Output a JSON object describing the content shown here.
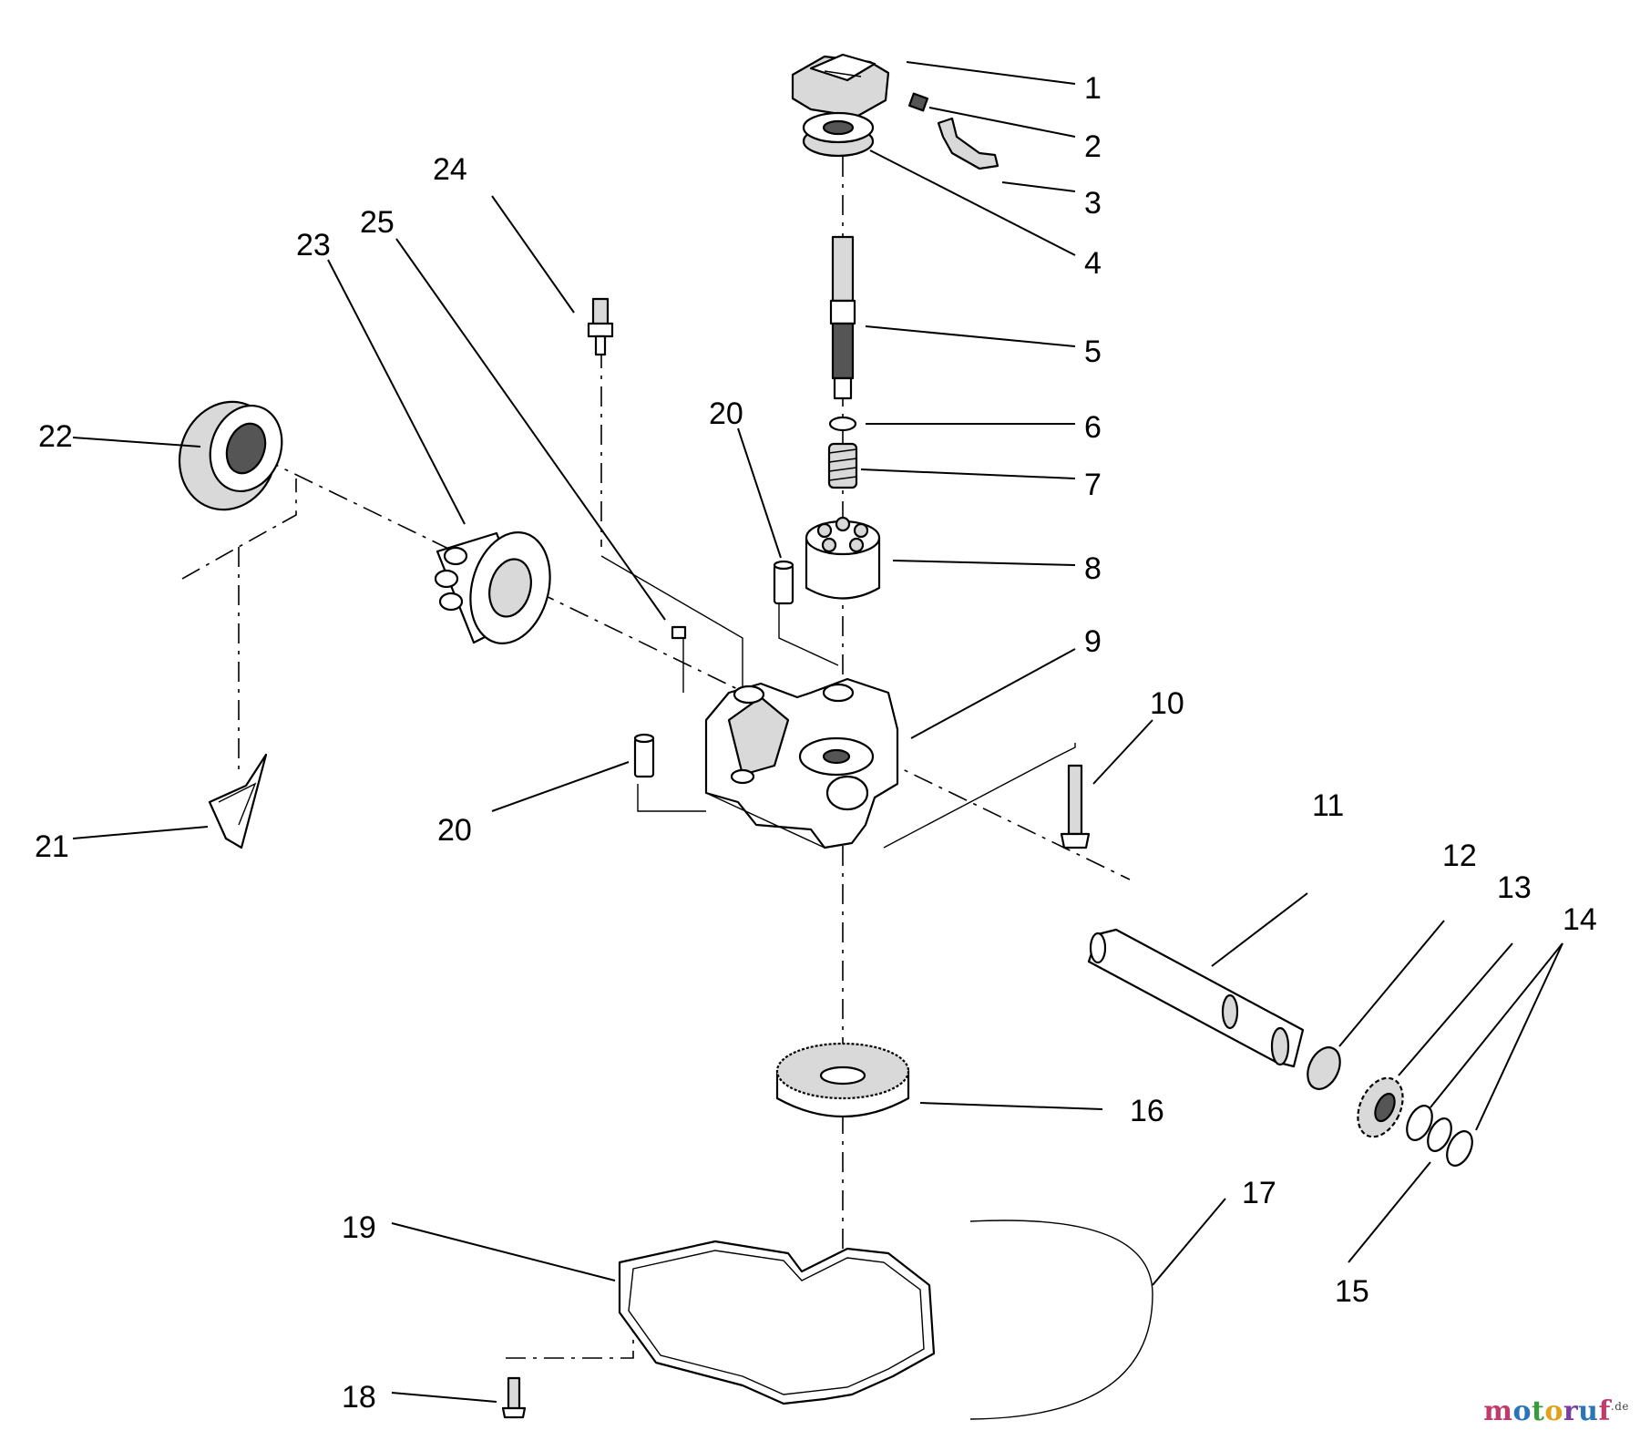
{
  "labels": {
    "n1": "1",
    "n2": "2",
    "n3": "3",
    "n4": "4",
    "n5": "5",
    "n6": "6",
    "n7": "7",
    "n8": "8",
    "n9": "9",
    "n10": "10",
    "n11": "11",
    "n12": "12",
    "n13": "13",
    "n14": "14",
    "n15": "15",
    "n16": "16",
    "n17": "17",
    "n18": "18",
    "n19": "19",
    "n20a": "20",
    "n20b": "20",
    "n21": "21",
    "n22": "22",
    "n23": "23",
    "n24": "24",
    "n25": "25"
  },
  "watermark": {
    "text": "motoruf",
    "suffix": ".de",
    "colors": [
      "#c23a6b",
      "#2a74b8",
      "#3a9b3c",
      "#e0a21a",
      "#7a3ea0",
      "#2a74b8",
      "#c23a6b"
    ]
  }
}
